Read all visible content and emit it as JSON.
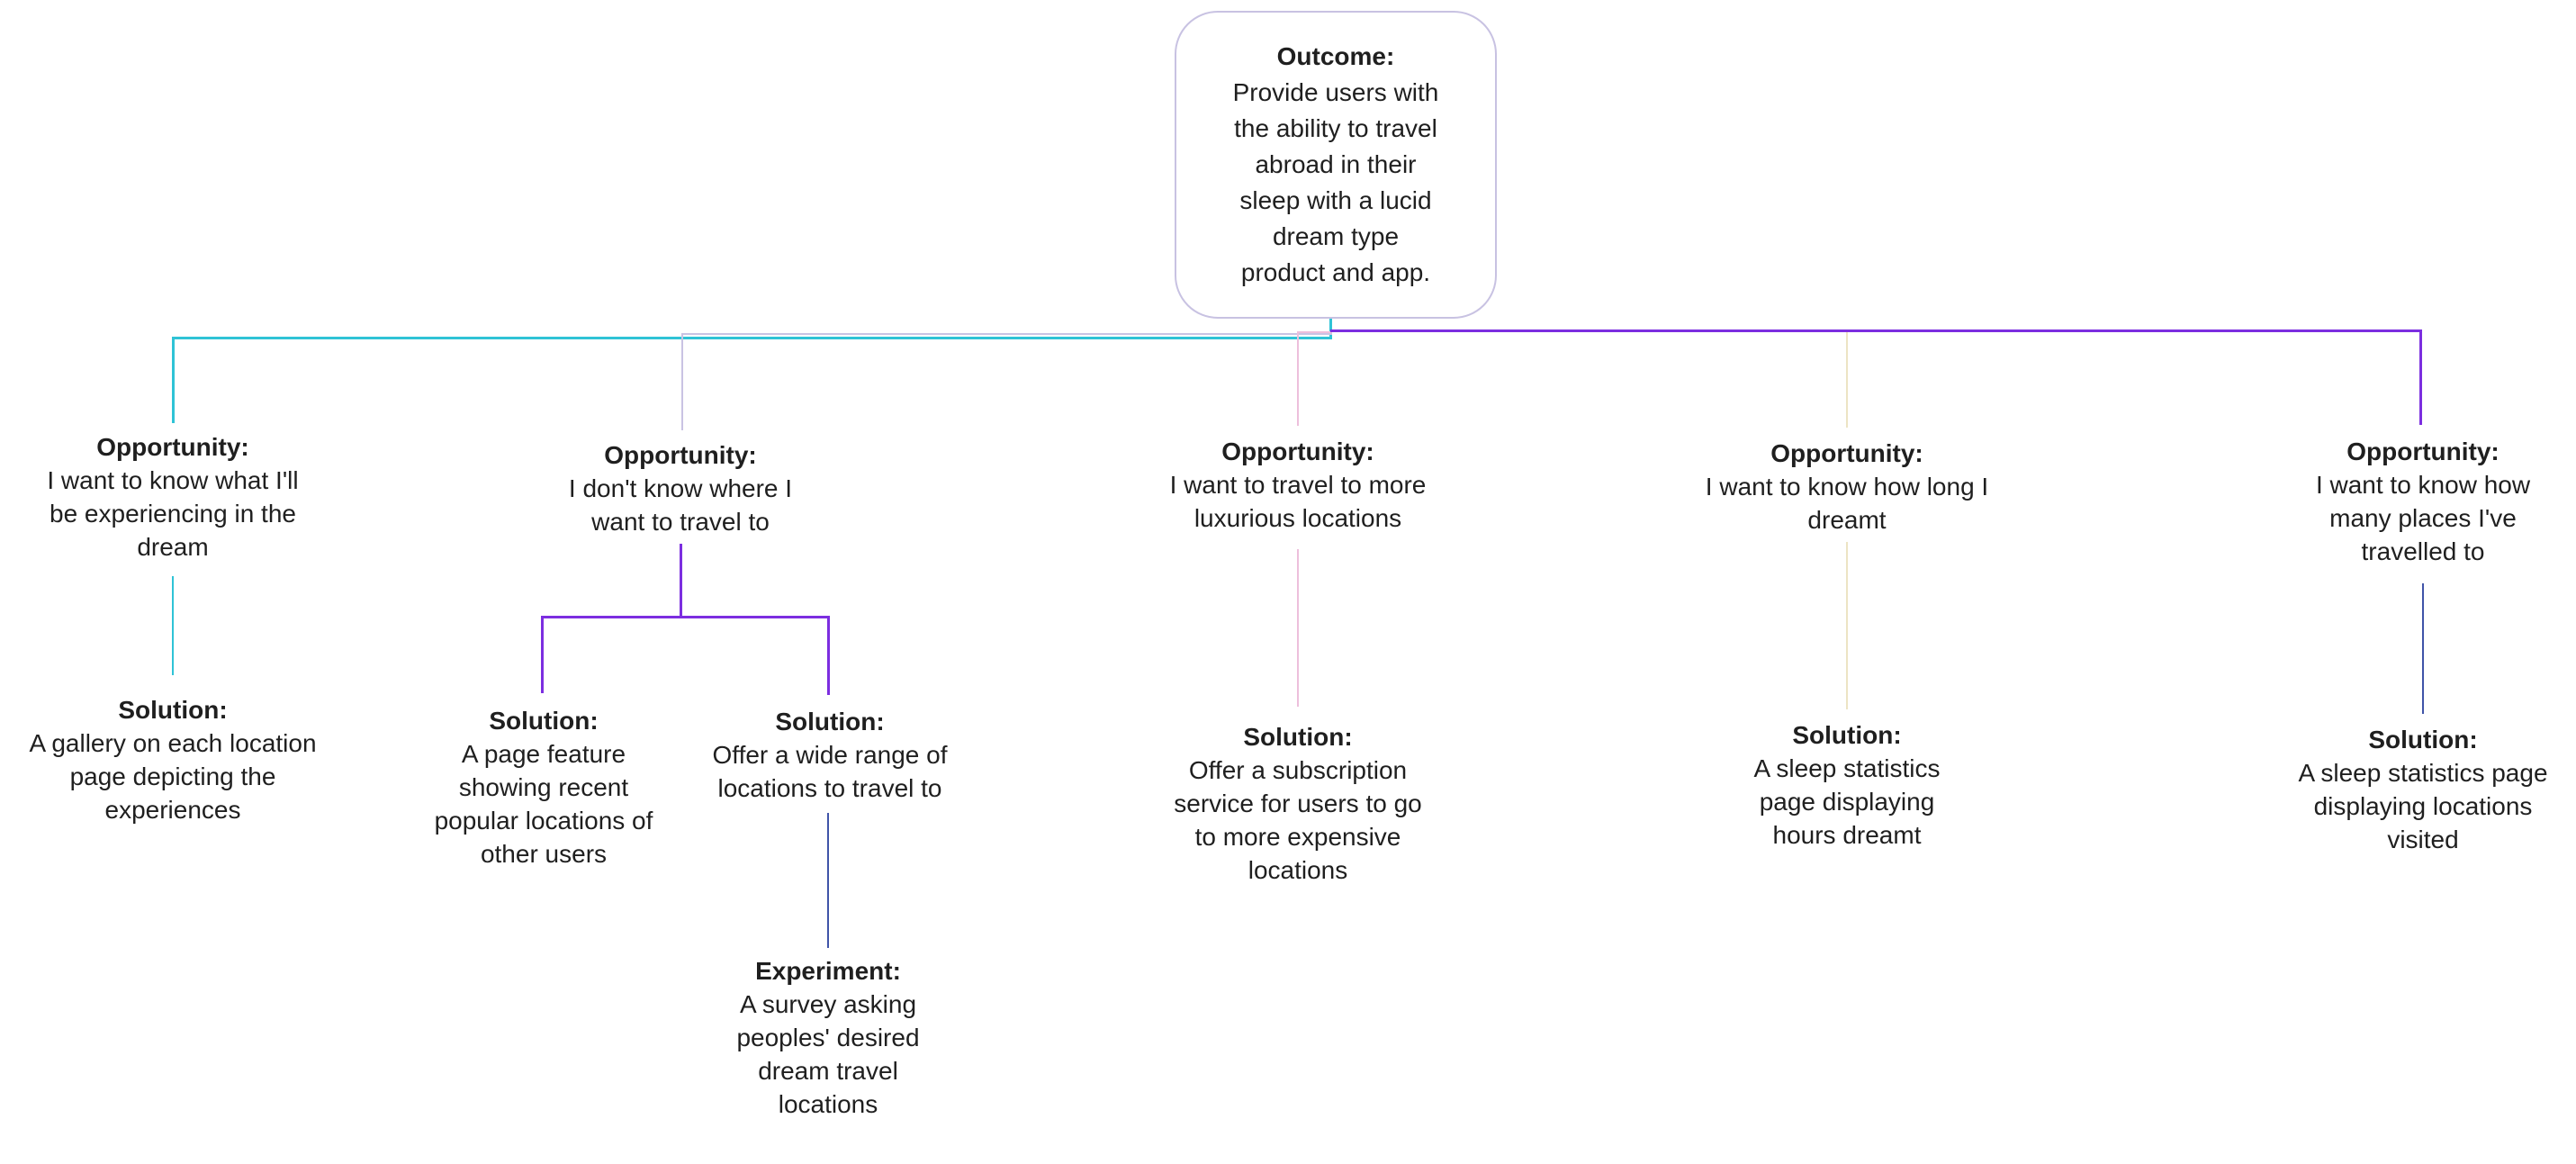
{
  "diagram": {
    "outcome": {
      "header": "Outcome:",
      "body": "Provide users with\nthe ability to travel\nabroad in their\nsleep with a lucid\ndream type\nproduct and app."
    },
    "opportunities": [
      {
        "header": "Opportunity:",
        "body": "I want to know what I'll\nbe experiencing in the\ndream"
      },
      {
        "header": "Opportunity:",
        "body": "I don't know where I\nwant to travel to"
      },
      {
        "header": "Opportunity:",
        "body": "I want to travel to more\nluxurious locations"
      },
      {
        "header": "Opportunity:",
        "body": "I want to know how long I\ndreamt"
      },
      {
        "header": "Opportunity:",
        "body": "I want to know how\nmany places I've\ntravelled to"
      }
    ],
    "solutions": [
      {
        "header": "Solution:",
        "body": "A gallery on each location\npage depicting the\nexperiences"
      },
      {
        "header": "Solution:",
        "body": "A page feature\nshowing recent\npopular locations of\nother users"
      },
      {
        "header": "Solution:",
        "body": "Offer a wide range of\nlocations to travel to"
      },
      {
        "header": "Solution:",
        "body": "Offer a subscription\nservice for users to go\nto more expensive\nlocations"
      },
      {
        "header": "Solution:",
        "body": "A sleep statistics\npage displaying\nhours dreamt"
      },
      {
        "header": "Solution:",
        "body": "A sleep statistics page\ndisplaying locations\nvisited"
      }
    ],
    "experiment": {
      "header": "Experiment:",
      "body": "A survey asking\npeoples' desired\ndream travel\nlocations"
    }
  },
  "colors": {
    "background": "#ffffff",
    "text": "#1f1f1f",
    "outcome_border": "#c8c2e2",
    "teal": "#2fc3d6",
    "purple": "#7c2ee0",
    "lavender": "#c9c3e3",
    "pink": "#edbfdc",
    "beige": "#ede4c4",
    "indigo": "#4054a8"
  }
}
